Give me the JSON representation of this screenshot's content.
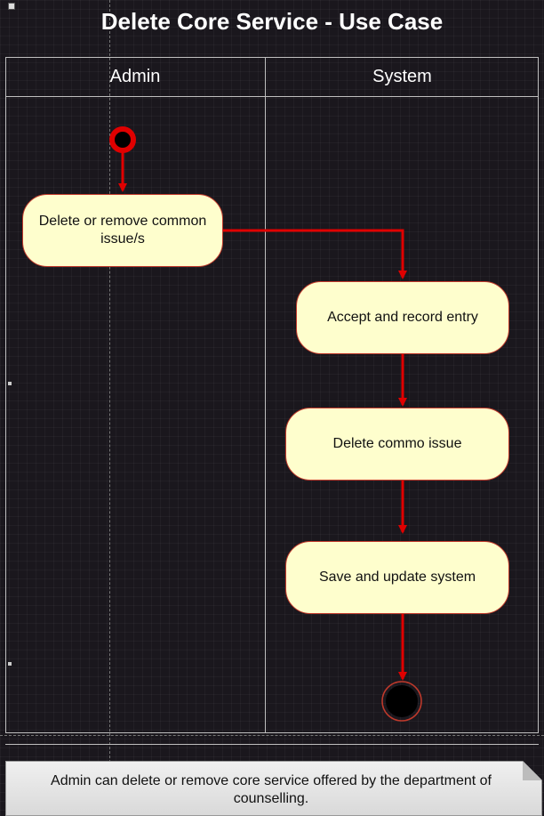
{
  "diagram": {
    "title": "Delete Core Service - Use Case",
    "lanes": [
      {
        "label": "Admin"
      },
      {
        "label": "System"
      }
    ],
    "actions": [
      {
        "text": "Delete or remove common issue/s"
      },
      {
        "text": "Accept and record entry"
      },
      {
        "text": "Delete commo issue"
      },
      {
        "text": "Save and update system"
      }
    ],
    "note": "Admin can delete or remove core service offered by the department of counselling.",
    "colors": {
      "background": "#1a171d",
      "arrow": "#e00000",
      "action_fill": "#fefecd",
      "action_border": "#c0392b",
      "lane_border": "#bfbfbf",
      "note_fill": "#e6e6e6"
    }
  }
}
